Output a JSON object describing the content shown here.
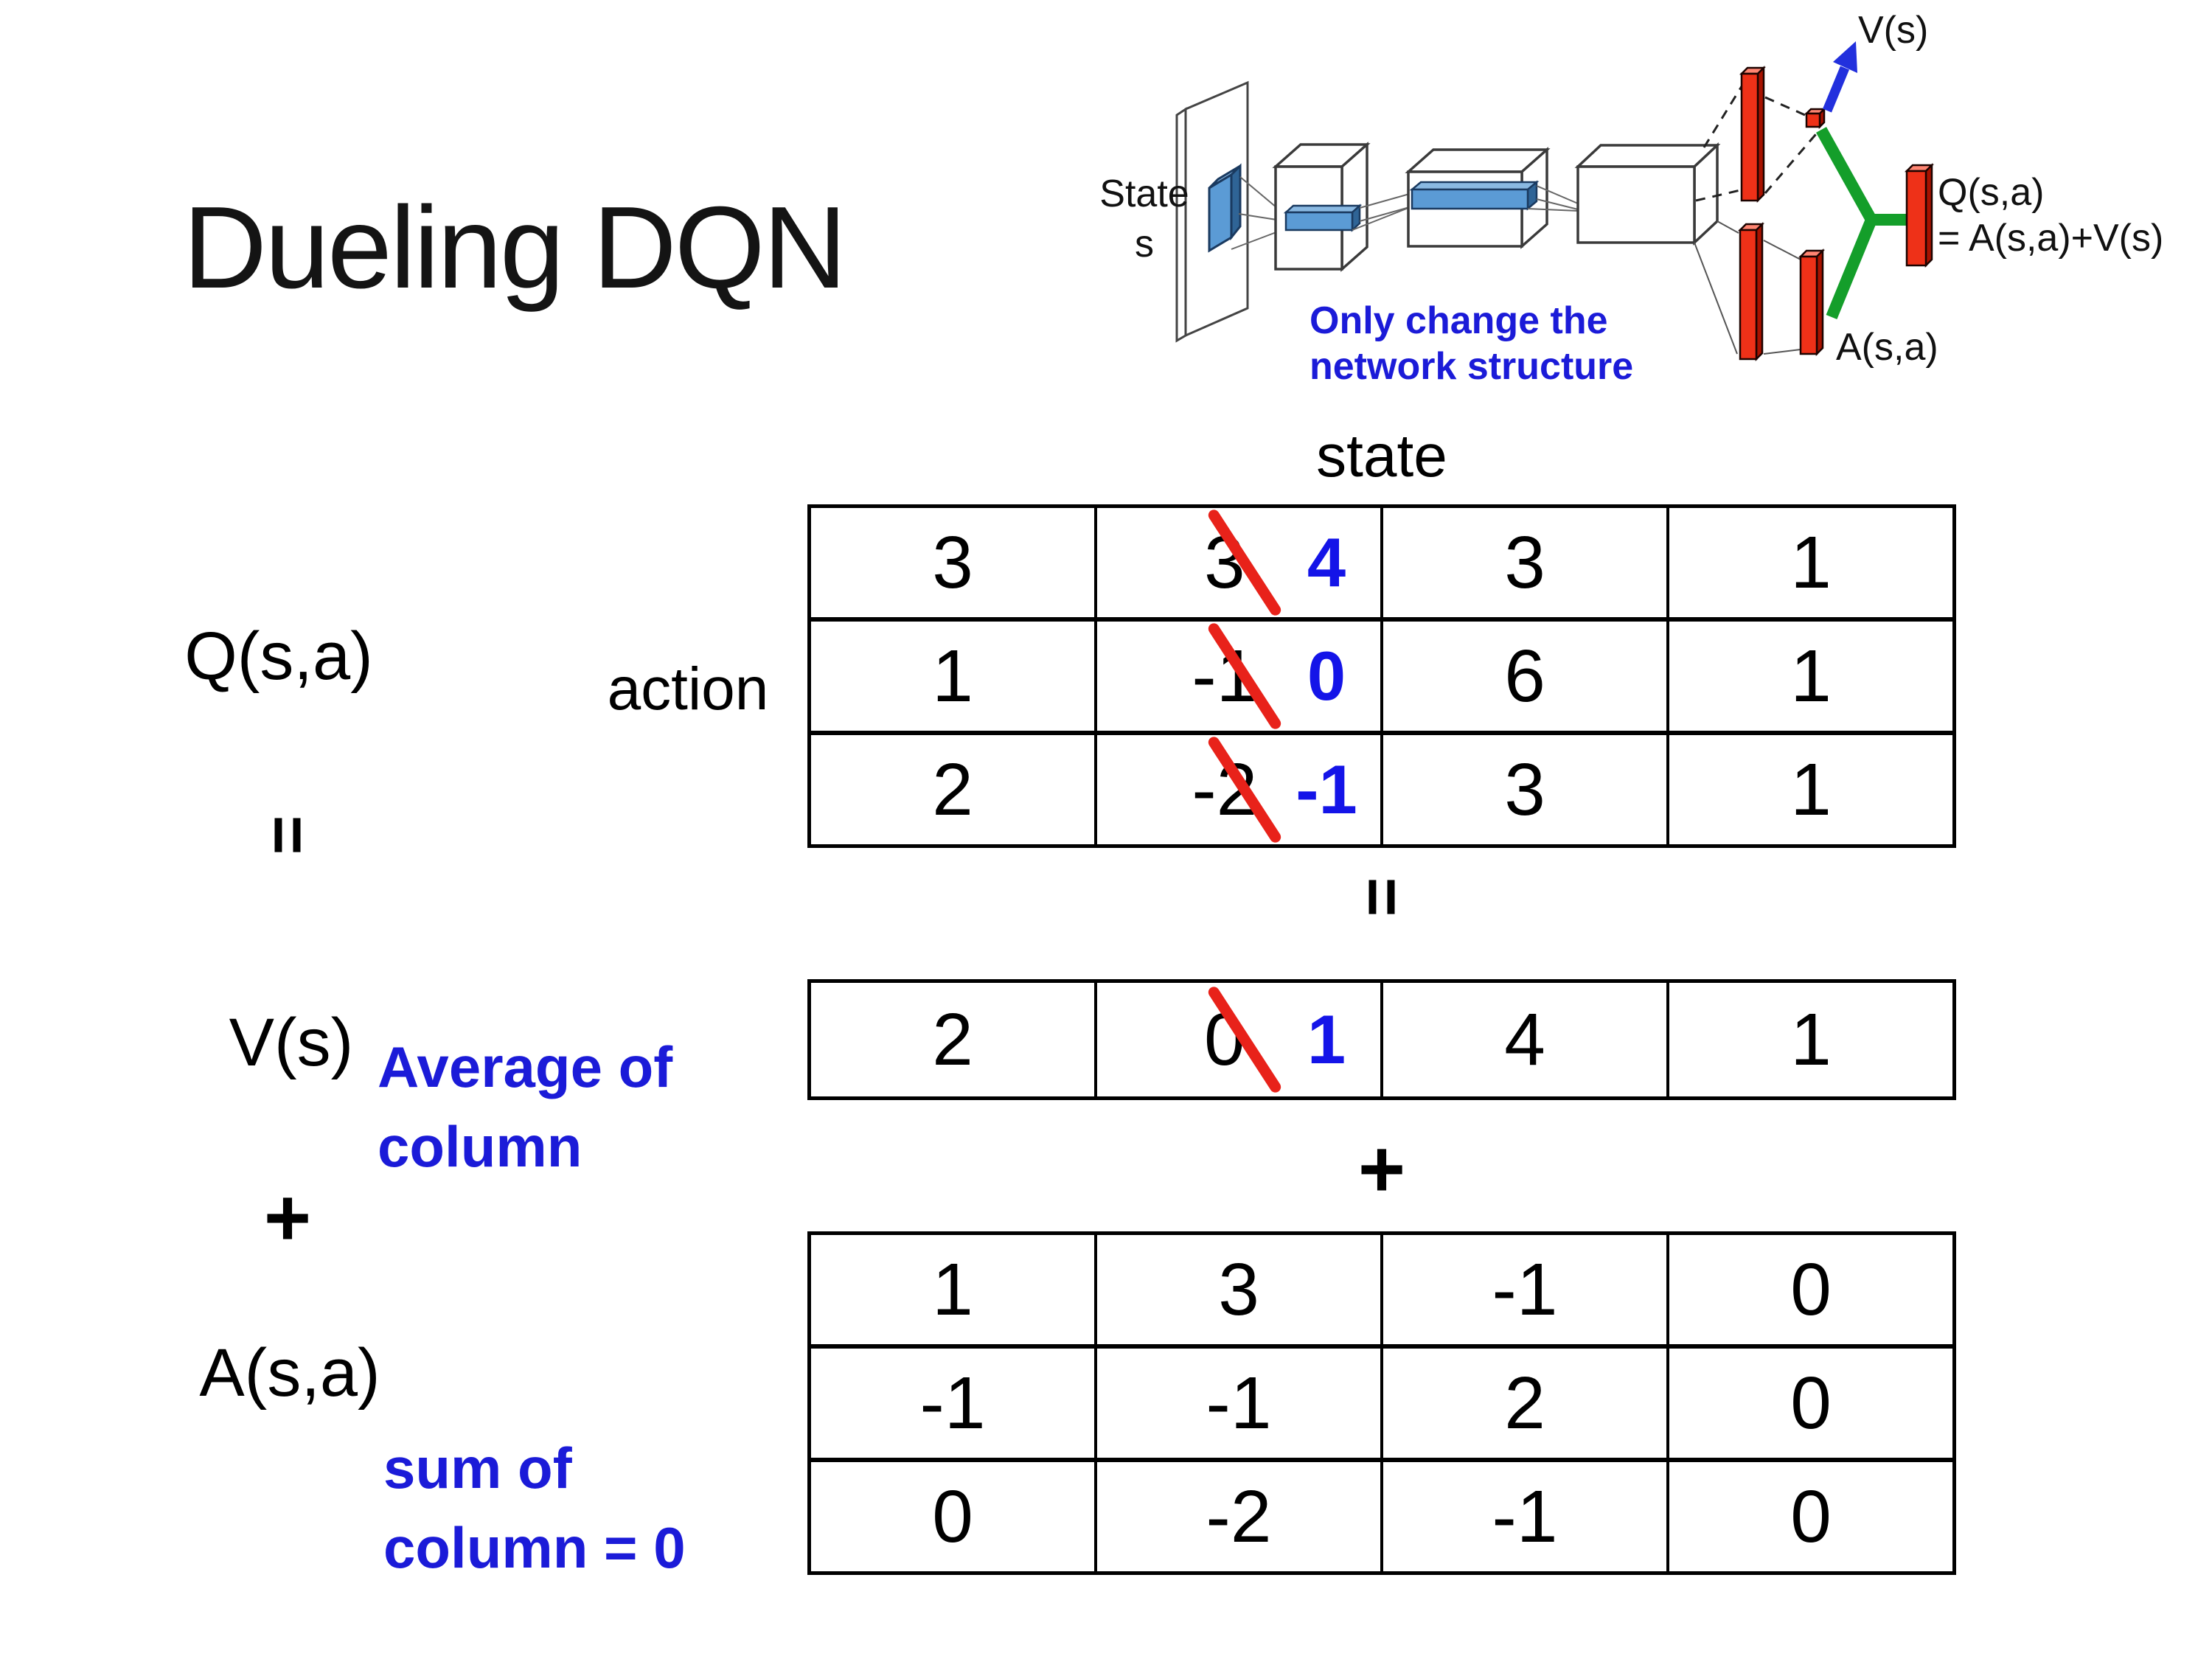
{
  "title": "Dueling DQN",
  "diagram": {
    "state_line1": "State",
    "state_line2": "s",
    "note_line1": "Only change the",
    "note_line2": "network structure",
    "v_out_label": "V(s)",
    "q_out_label_line1": "Q(s,a)",
    "q_out_label_line2": "= A(s,a)+V(s)",
    "a_out_label": "A(s,a)"
  },
  "matrix_section": {
    "state_header": "state",
    "action_header": "action",
    "q_label": "Q(s,a)",
    "equals_left": "=",
    "v_label": "V(s)",
    "plus_left": "+",
    "a_label": "A(s,a)",
    "equals_middle": "=",
    "plus_middle": "+",
    "avg_note_line1": "Average of",
    "avg_note_line2": "column",
    "sum_note_line1": "sum of",
    "sum_note_line2": "column = 0"
  },
  "tables": {
    "q": {
      "rows": [
        [
          {
            "v": "3"
          },
          {
            "v": "3",
            "strike": true,
            "new": "4"
          },
          {
            "v": "3"
          },
          {
            "v": "1"
          }
        ],
        [
          {
            "v": "1"
          },
          {
            "v": "-1",
            "strike": true,
            "new": "0"
          },
          {
            "v": "6"
          },
          {
            "v": "1"
          }
        ],
        [
          {
            "v": "2"
          },
          {
            "v": "-2",
            "strike": true,
            "new": "-1"
          },
          {
            "v": "3"
          },
          {
            "v": "1"
          }
        ]
      ]
    },
    "v": {
      "rows": [
        [
          {
            "v": "2"
          },
          {
            "v": "0",
            "strike": true,
            "new": "1"
          },
          {
            "v": "4"
          },
          {
            "v": "1"
          }
        ]
      ]
    },
    "a": {
      "rows": [
        [
          {
            "v": "1"
          },
          {
            "v": "3"
          },
          {
            "v": "-1"
          },
          {
            "v": "0"
          }
        ],
        [
          {
            "v": "-1"
          },
          {
            "v": "-1"
          },
          {
            "v": "2"
          },
          {
            "v": "0"
          }
        ],
        [
          {
            "v": "0"
          },
          {
            "v": "-2"
          },
          {
            "v": "-1"
          },
          {
            "v": "0"
          }
        ]
      ]
    }
  },
  "colors": {
    "override_blue": "#1414e8",
    "note_blue": "#1b1bd8",
    "strike_red": "#e8221a",
    "bar_red": "#ee3118",
    "bar_red_dark": "#a81200",
    "bar_red_light": "#ff8572",
    "green": "#149e2a",
    "arrow_blue": "#2230dd",
    "conv_blue": "#5b9bd5"
  }
}
